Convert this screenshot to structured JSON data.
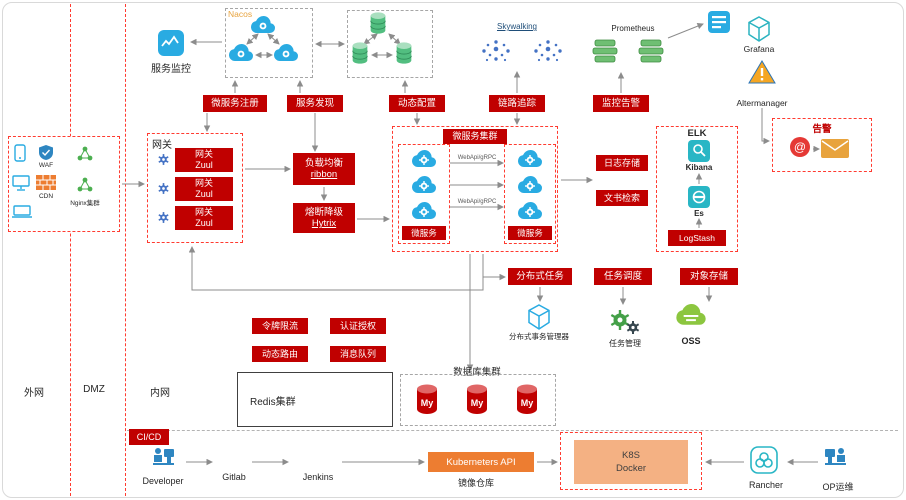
{
  "zones": {
    "external": "外网",
    "dmz": "DMZ",
    "internal": "内网"
  },
  "edge": {
    "waf": "WAF",
    "cdn": "CDN",
    "nginx": "Nginx集群"
  },
  "monitor": {
    "label": "服务监控"
  },
  "nacos": {
    "label": "Nacos"
  },
  "banners": {
    "register": "微服务注册",
    "discovery": "服务发现",
    "config": "动态配置",
    "trace": "链路追踪",
    "alert": "监控告警"
  },
  "observability": {
    "skywalking": "Skywalking",
    "prometheus": "Prometheus",
    "grafana": "Grafana",
    "altermanager": "Altermanager",
    "alarm_title": "告警",
    "at_glyph": "@"
  },
  "gateway": {
    "title": "网关",
    "node_line1": "网关",
    "node_line2": "Zuul"
  },
  "lb": {
    "line1": "负载均衡",
    "line2": "ribbon"
  },
  "breaker": {
    "line1": "熔断降级",
    "line2": "Hytrix"
  },
  "cluster": {
    "title": "微服务集群",
    "ms_label": "微服务",
    "api_label": "WebApi/gRPC"
  },
  "logging": {
    "store": "日志存储",
    "search": "文书检索"
  },
  "elk": {
    "title": "ELK",
    "kibana": "Kibana",
    "es": "Es",
    "logstash": "LogStash"
  },
  "tasks": {
    "distributed": "分布式任务",
    "schedule": "任务调度",
    "object_storage": "对象存储",
    "tx_manager": "分布式事务管理器",
    "task_mgmt": "任务管理",
    "oss": "OSS"
  },
  "features": {
    "rate_limit": "令牌限流",
    "auth": "认证授权",
    "route": "动态路由",
    "mq": "消息队列"
  },
  "storage": {
    "redis": "Redis集群",
    "db_title": "数据库集群",
    "mysql": "My"
  },
  "cicd": {
    "title": "CI/CD",
    "developer": "Developer",
    "gitlab": "Gitlab",
    "jenkins": "Jenkins",
    "k8s_api": "Kuberneters API",
    "image_repo": "镜像仓库",
    "k8s": "K8S",
    "docker": "Docker",
    "rancher": "Rancher",
    "ops": "OP运维"
  },
  "colors": {
    "red": "#C00000",
    "dashed_red": "#FF3B30",
    "orange": "#ED7D31",
    "light_orange": "#F4B183",
    "blue": "#29ABE2",
    "green": "#52BE80"
  }
}
